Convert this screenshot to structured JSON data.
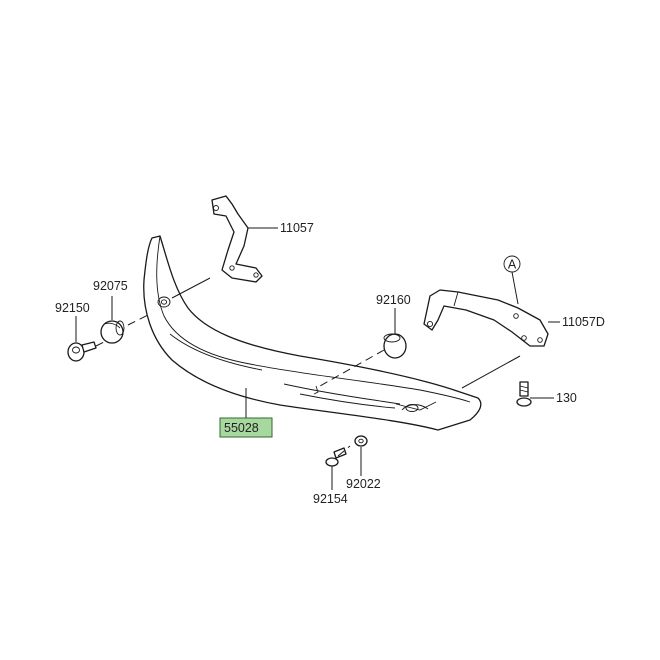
{
  "parts": {
    "bracket_left": "11057",
    "grommet": "92075",
    "bolt_left": "92150",
    "damper": "92160",
    "bracket_right": "11057D",
    "screw_right": "130",
    "washer": "92022",
    "bolt_bottom": "92154",
    "guard": "55028"
  },
  "reference_marker": "A",
  "colors": {
    "highlight": "#a8d8a0",
    "line": "#1a1a1a"
  }
}
